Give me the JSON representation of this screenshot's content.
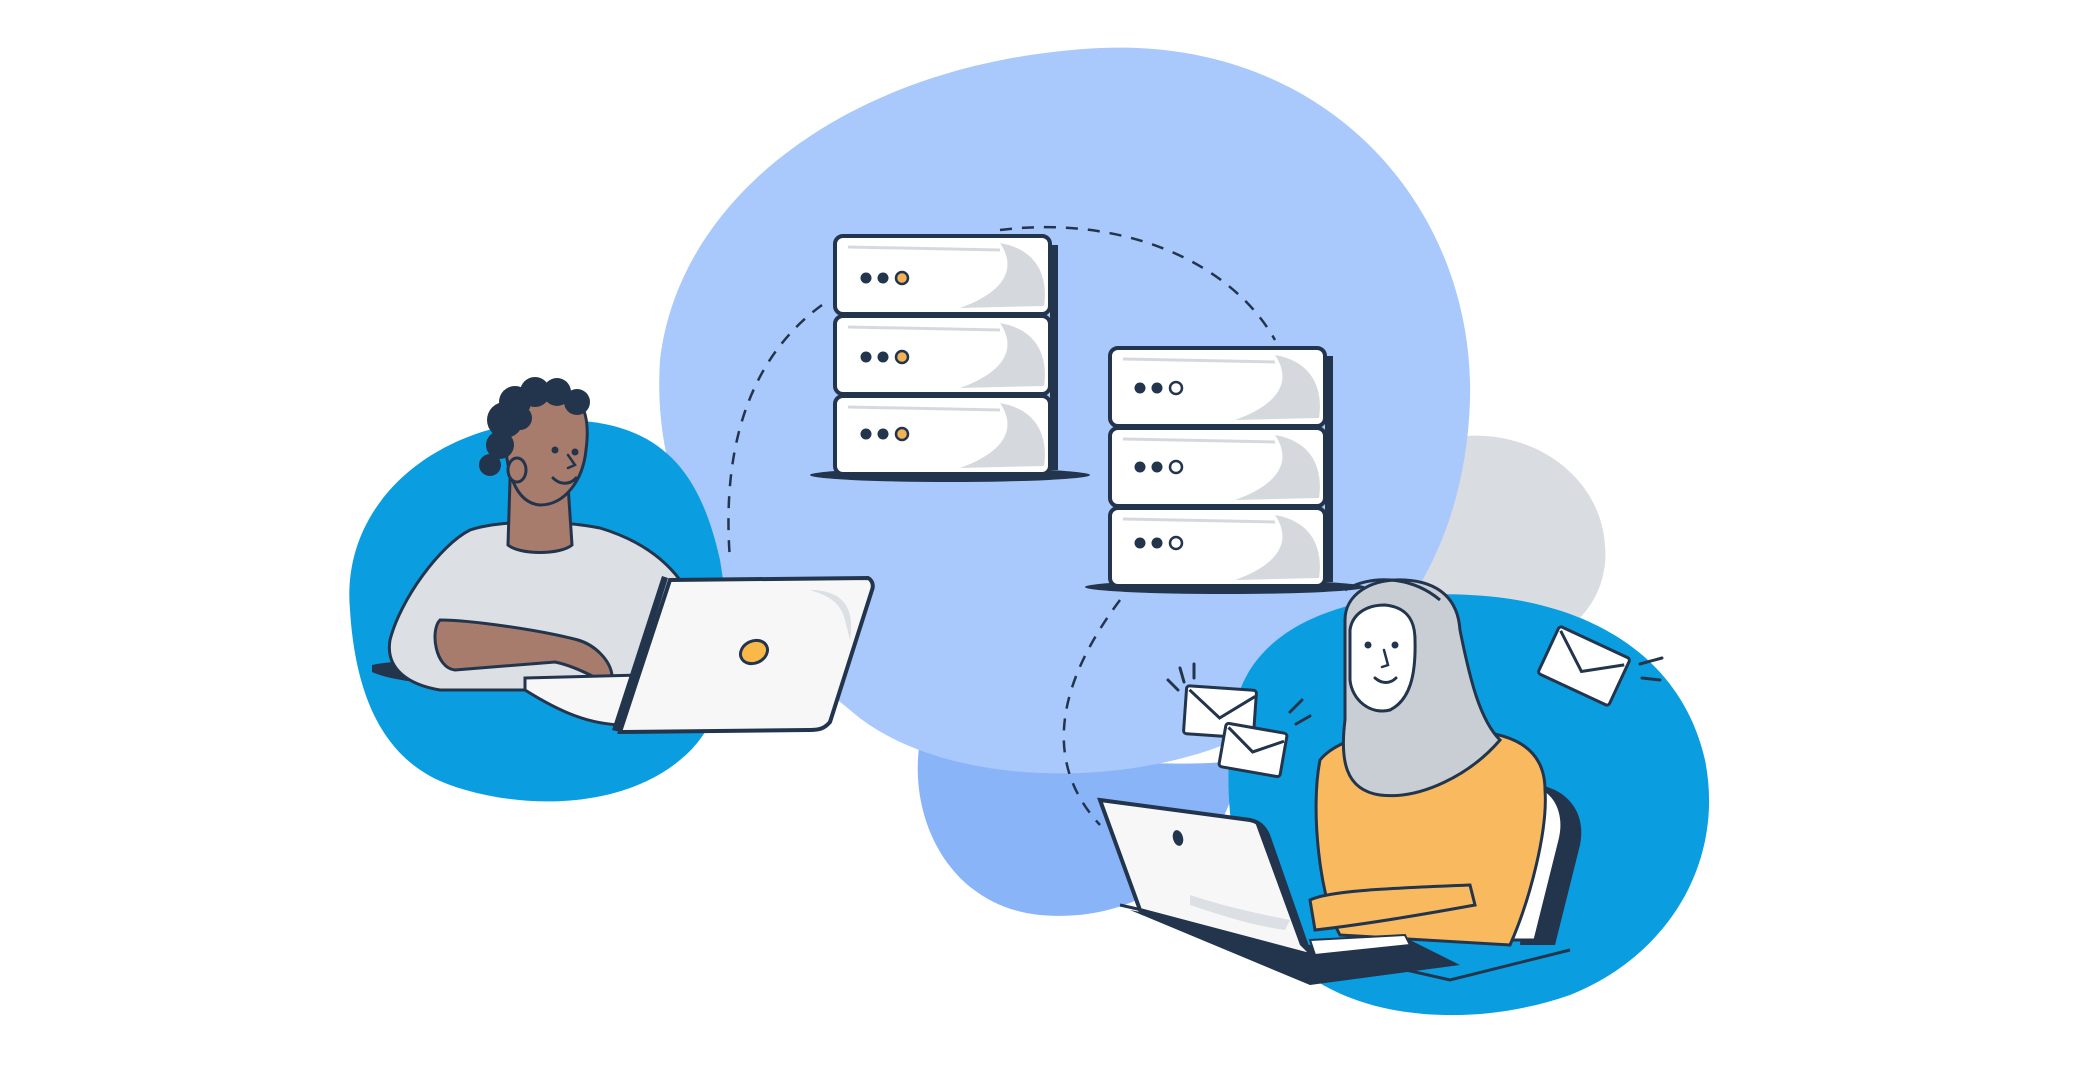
{
  "scene": {
    "kind": "illustration",
    "description_icons": [
      "person-with-laptop",
      "server-stack",
      "server-stack",
      "person-with-laptop",
      "envelope-icon",
      "envelope-icon",
      "envelope-icon"
    ],
    "colors": {
      "big_cloud": "#a9c8fb",
      "big_cloud_lower": "#8ab4f8",
      "blue_blob": "#0a9ee0",
      "gray_blob": "#d9dde2",
      "outline": "#22354d",
      "server_face": "#ffffff",
      "server_shade": "#d5d9de",
      "led_dark": "#22354d",
      "led_amber": "#f2b356",
      "laptop": "#f7f7f7",
      "laptop_logo": "#f9b847",
      "shirt_gray": "#dcdfe3",
      "skin_dark": "#a77c6d",
      "hair_dark": "#22354d",
      "skin_light": "#ffffff",
      "hijab_gray": "#c9ced4",
      "sweater_orange": "#f9ba5f"
    },
    "server_left": {
      "units": 3,
      "led_indicator": "amber"
    },
    "server_right": {
      "units": 3,
      "led_indicator": "outline"
    }
  }
}
